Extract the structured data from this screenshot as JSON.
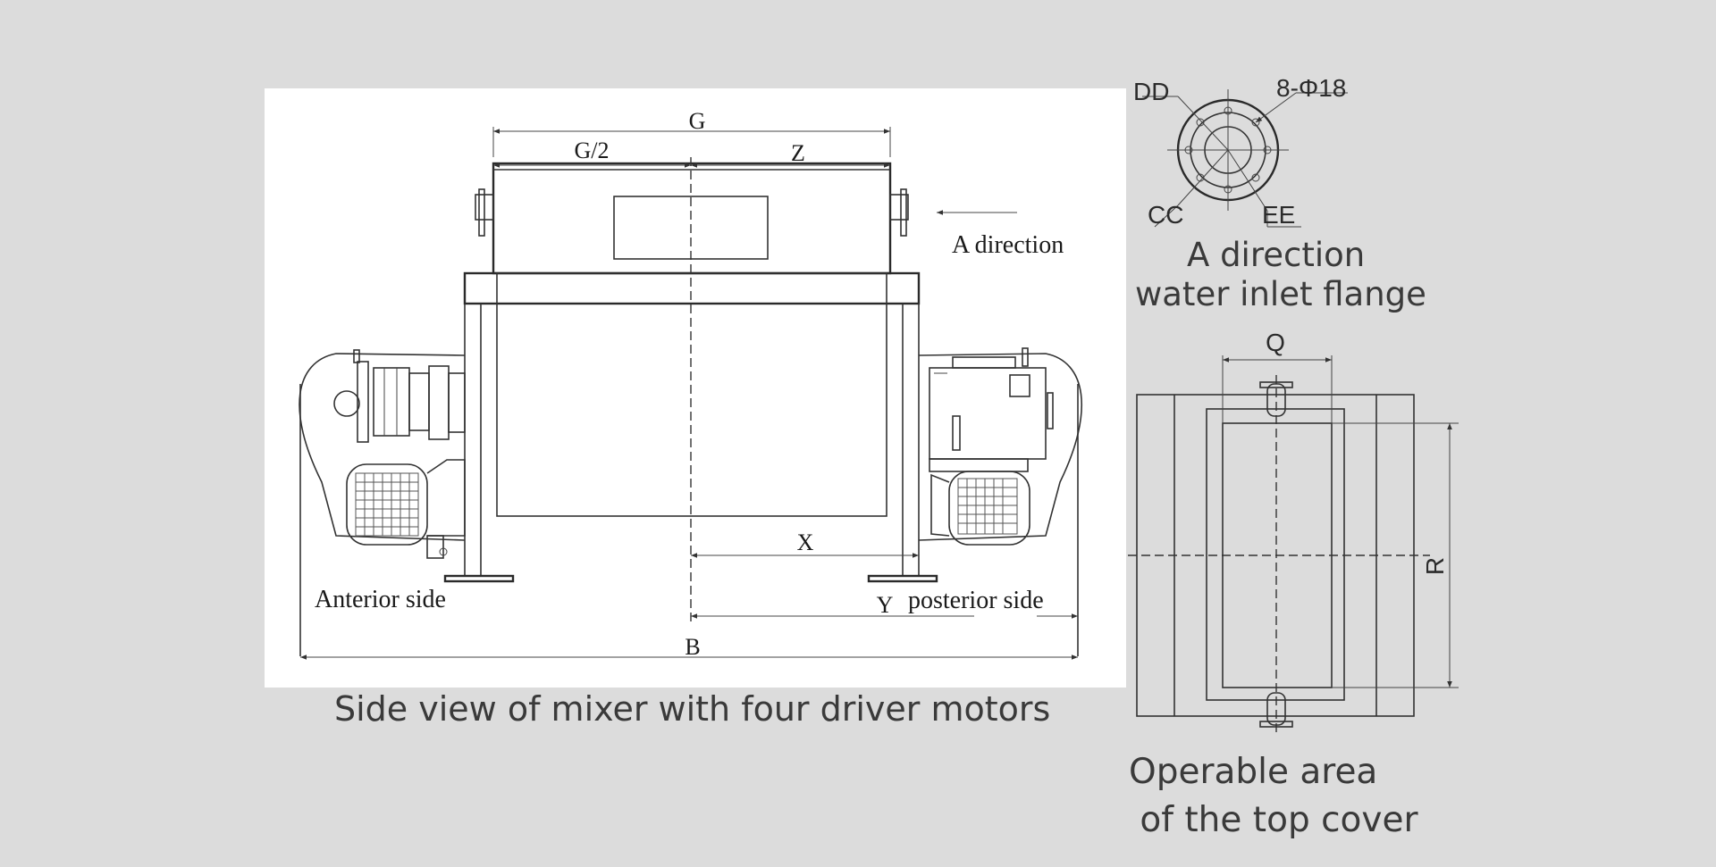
{
  "side_view": {
    "dimensions": {
      "g": "G",
      "g_half": "G/2",
      "z": "Z",
      "x": "X",
      "y": "Y",
      "b": "B"
    },
    "labels": {
      "a_direction": "A direction",
      "anterior": "Anterior side",
      "posterior": "posterior side"
    },
    "caption": "Side view of mixer with four driver motors"
  },
  "flange": {
    "labels": {
      "dd": "DD",
      "holes": "8-Φ18",
      "cc": "CC",
      "ee": "EE"
    },
    "caption_line1": "A direction",
    "caption_line2": "water inlet flange"
  },
  "top_cover": {
    "labels": {
      "q": "Q",
      "r": "R"
    },
    "caption_line1": "Operable area",
    "caption_line2": " of the top cover"
  }
}
